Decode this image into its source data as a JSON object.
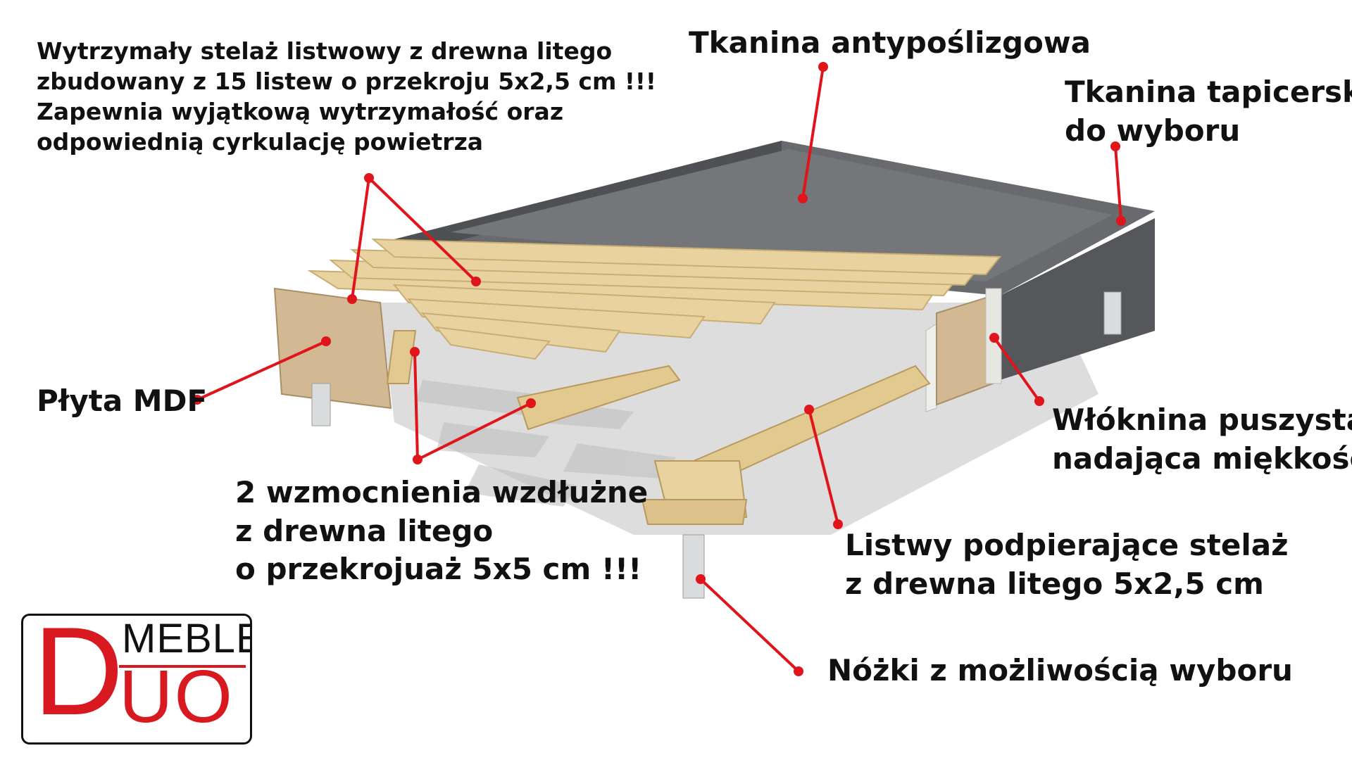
{
  "labels": {
    "frame": [
      "Wytrzymały stelaż listwowy z drewna litego",
      "zbudowany z 15 listew o przekroju 5x2,5 cm !!!",
      "Zapewnia wyjątkową wytrzymałość oraz",
      "odpowiednią cyrkulację powietrza"
    ],
    "antislip": [
      "Tkanina antypoślizgowa"
    ],
    "upholstery": [
      "Tkanina tapicerska",
      "do wyboru"
    ],
    "mdf": [
      "Płyta MDF"
    ],
    "fleece": [
      "Włóknina puszysta",
      "nadająca miękkości"
    ],
    "reinforcements": [
      "2 wzmocnienia wzdłużne",
      "z drewna litego",
      "o przekrojuaż 5x5 cm !!!"
    ],
    "support_slats": [
      "Listwy podpierające stelaż",
      "z drewna litego 5x2,5 cm"
    ],
    "legs": [
      "Nóżki z możliwością wyboru"
    ]
  },
  "logo": {
    "brand_top": "MEBLE",
    "brand_letter": "D",
    "brand_rest": "UO"
  },
  "colors": {
    "pointer": "#e0141b",
    "logo_red": "#d81920",
    "fabric": "#5e6064",
    "fabric_top": "#6a6c70",
    "wood": "#e8d3a0",
    "wood_dark": "#c9ad72",
    "mdf": "#d2b993",
    "leg": "#d9dbdc",
    "shadow": "#cfcfcf"
  }
}
